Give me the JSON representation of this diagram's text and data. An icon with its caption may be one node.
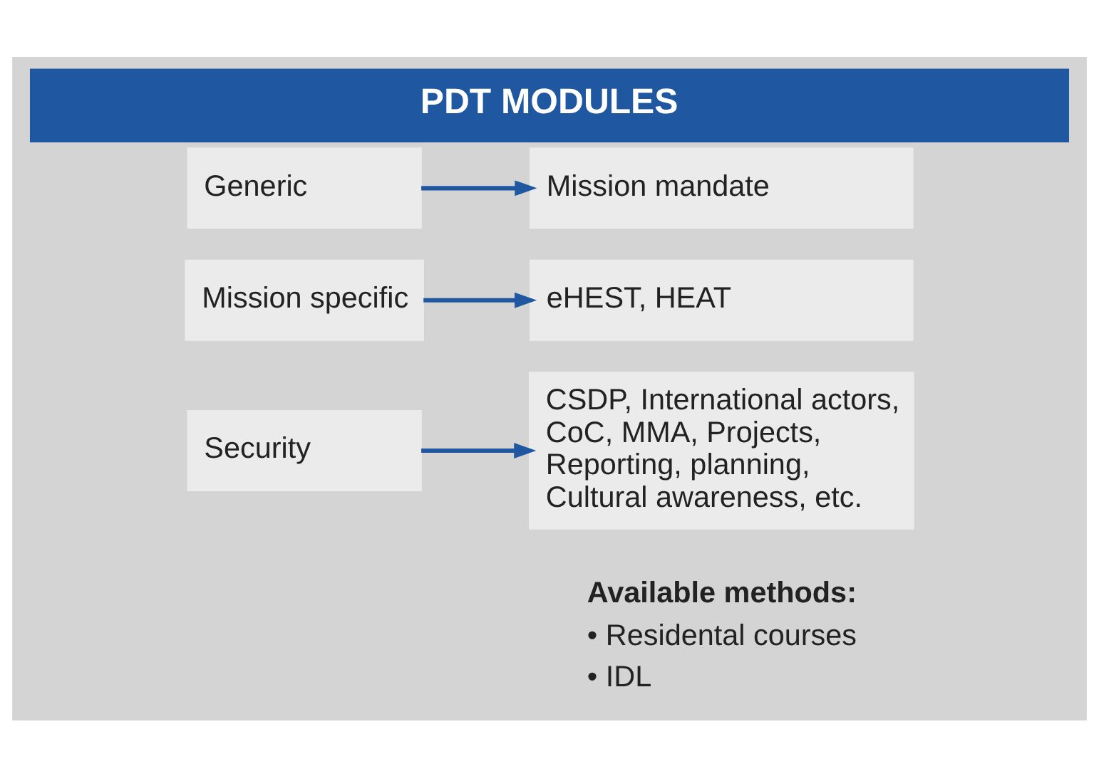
{
  "diagram": {
    "title": "PDT MODULES",
    "nodes": [
      {
        "text": [
          "Generic"
        ]
      },
      {
        "text": [
          "Mission mandate"
        ]
      },
      {
        "text": [
          "Mission specific"
        ]
      },
      {
        "text": [
          "eHEST, HEAT"
        ]
      },
      {
        "text": [
          "Security"
        ]
      },
      {
        "text": [
          "CSDP, International actors, CoC, MMA, Projects, Reporting, planning, Cultural awareness, etc."
        ]
      }
    ],
    "edges": [
      {
        "from": 0,
        "to": 1,
        "arrow": "to"
      },
      {
        "from": 2,
        "to": 3,
        "arrow": "to"
      },
      {
        "from": 4,
        "to": 5,
        "arrow": "to"
      }
    ],
    "labels": [
      "Available methods:",
      "• Residental courses",
      "• IDL"
    ]
  }
}
